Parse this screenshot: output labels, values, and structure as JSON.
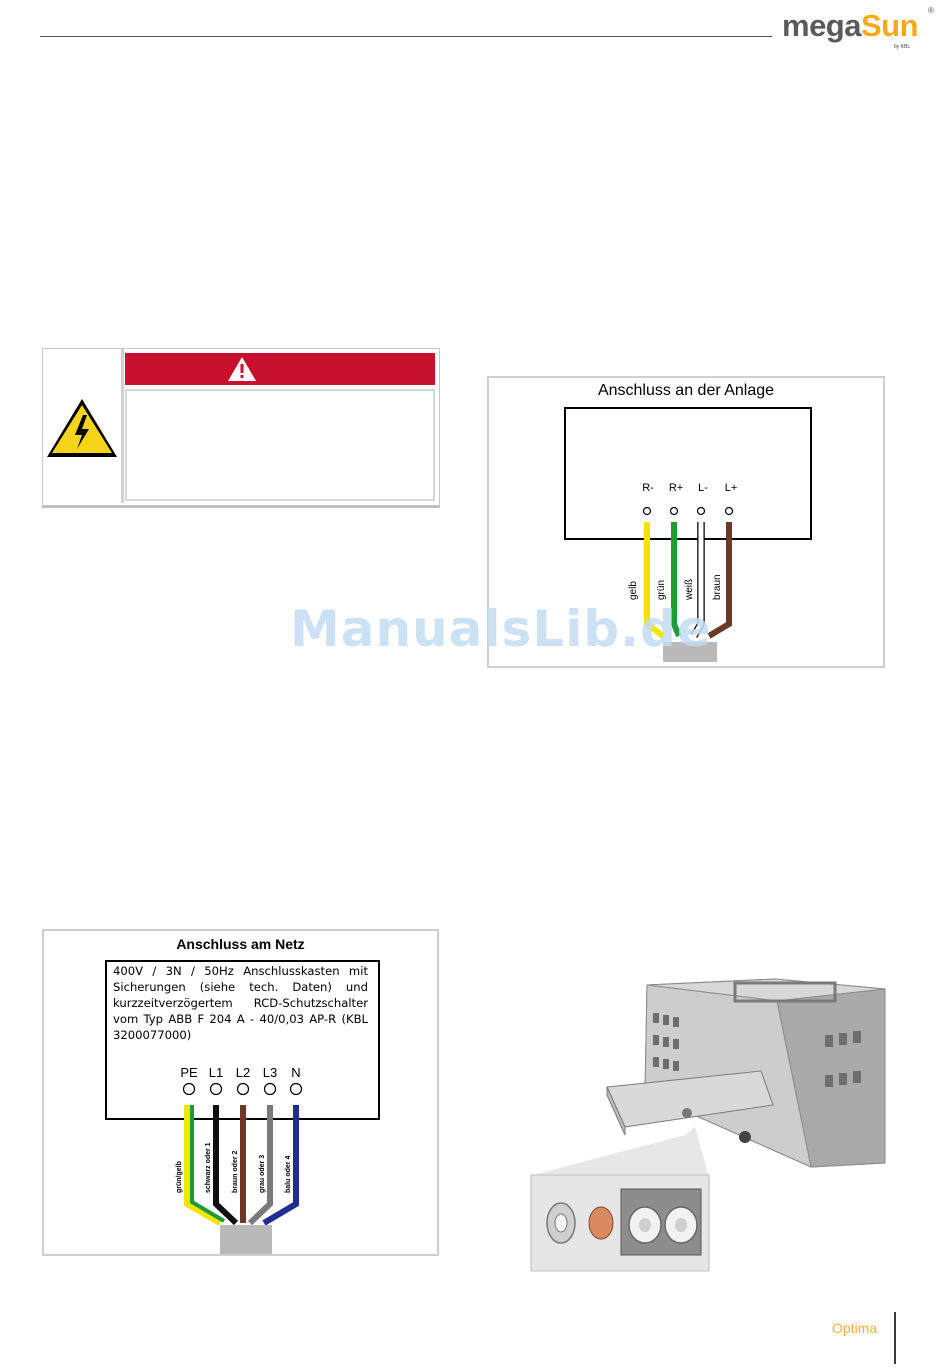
{
  "brand": {
    "logo_text_1": "mega",
    "logo_text_2": "Sun",
    "registered": "®",
    "tagline": "by KBL"
  },
  "warning": {
    "icon_names": [
      "high-voltage-warning-icon",
      "caution-triangle-icon"
    ],
    "header_color": "#c8102e"
  },
  "diagram_system": {
    "title": "Anschluss an der Anlage",
    "terminals": [
      "R-",
      "R+",
      "L-",
      "L+"
    ],
    "wires": [
      "gelb",
      "grün",
      "weiß",
      "braun"
    ],
    "wire_colors": [
      "#f2e600",
      "#1d9a3a",
      "#ffffff",
      "#6b3a26"
    ]
  },
  "diagram_mains": {
    "title": "Anschluss am Netz",
    "description": "400V / 3N / 50Hz Anschlusskasten mit Sicherungen (siehe tech. Daten) und kurzzeitverzögertem RCD-Schutzschalter vom Typ ABB F 204 A - 40/0,03 AP-R (KBL 3200077000)",
    "terminals": [
      "PE",
      "L1",
      "L2",
      "L3",
      "N"
    ],
    "wires": [
      "grün/gelb",
      "schwarz oder 1",
      "braun oder 2",
      "grau oder 3",
      "balu oder 4"
    ],
    "wire_colors": [
      "#1d9a3a",
      "#111111",
      "#6b3a26",
      "#7a7a7a",
      "#1f2f8f"
    ]
  },
  "watermark": "ManualsLib.de",
  "footer": {
    "label": "Optima"
  }
}
